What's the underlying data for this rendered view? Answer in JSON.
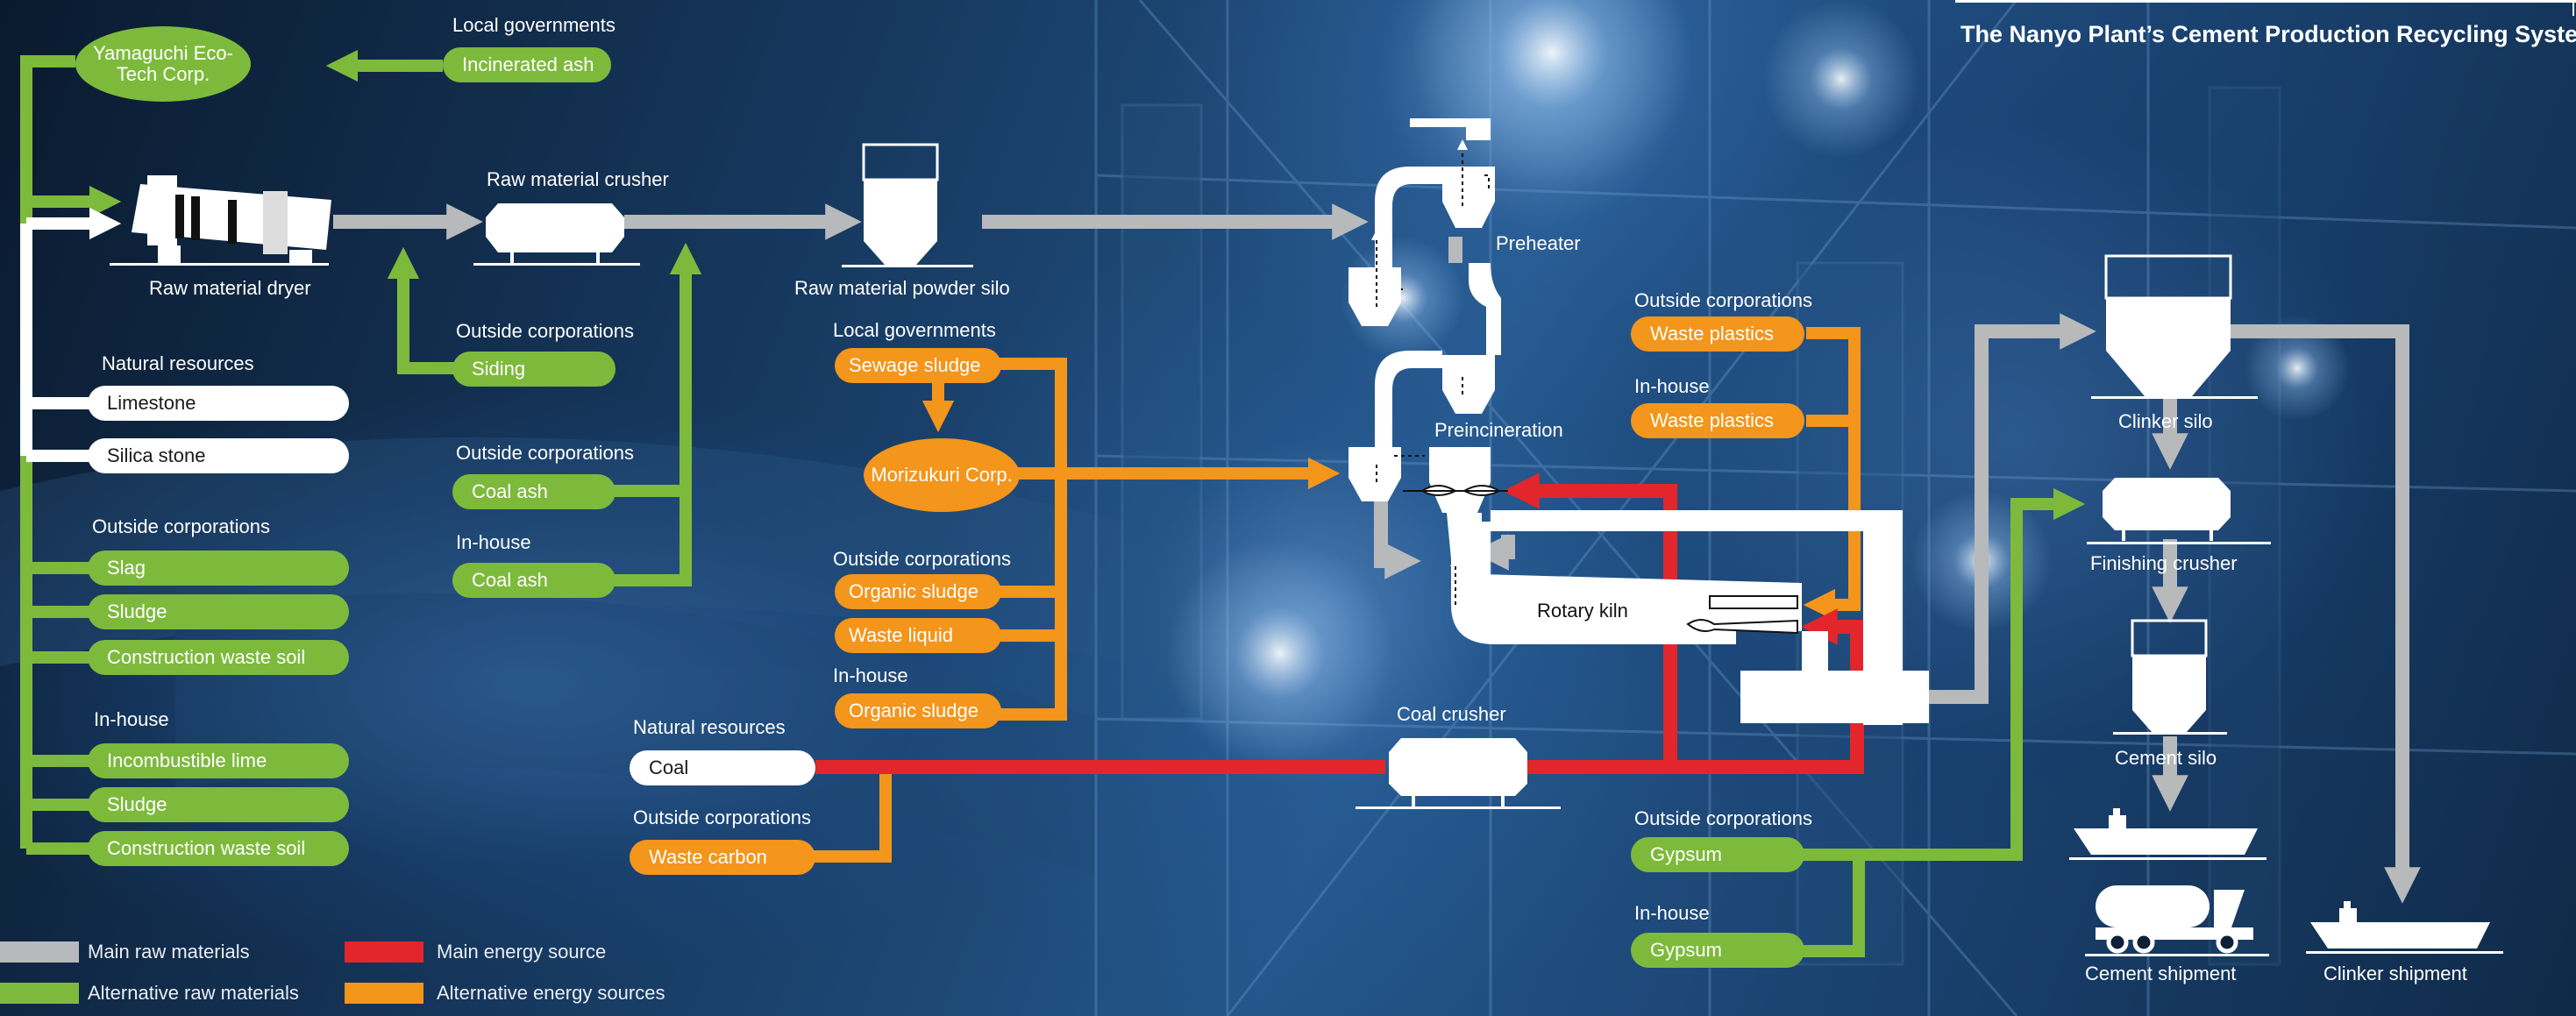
{
  "title": "The Nanyo Plant’s Cement Production Recycling System",
  "colors": {
    "main_raw": "#b7b9bb",
    "alt_raw": "#7dba3c",
    "main_energy": "#e2262b",
    "alt_energy": "#f4951c",
    "equipment": "#ffffff"
  },
  "equipment": {
    "raw_material_dryer": "Raw material dryer",
    "raw_material_crusher": "Raw material crusher",
    "raw_material_powder_silo": "Raw material powder silo",
    "preheater": "Preheater",
    "preincineration": "Preincineration",
    "rotary_kiln": "Rotary kiln",
    "coal_crusher": "Coal crusher",
    "clinker_silo": "Clinker silo",
    "finishing_crusher": "Finishing crusher",
    "cement_silo": "Cement silo",
    "cement_shipment": "Cement shipment",
    "clinker_shipment": "Clinker shipment"
  },
  "eco_tech": {
    "source": "Local governments",
    "item": "Incinerated ash",
    "company": "Yamaguchi Eco-Tech Corp."
  },
  "natural_resources_left": {
    "heading": "Natural resources",
    "items": [
      "Limestone",
      "Silica stone"
    ]
  },
  "outside_corps_left": {
    "heading": "Outside corporations",
    "items": [
      "Slag",
      "Sludge",
      "Construction waste soil"
    ]
  },
  "inhouse_left": {
    "heading": "In-house",
    "items": [
      "Incombustible lime",
      "Sludge",
      "Construction waste soil"
    ]
  },
  "crusher_inputs": {
    "siding_heading": "Outside corporations",
    "siding": "Siding",
    "coal_ash_outside_heading": "Outside corporations",
    "coal_ash_outside": "Coal ash",
    "coal_ash_inhouse_heading": "In-house",
    "coal_ash_inhouse": "Coal ash"
  },
  "sludge_group": {
    "local_heading": "Local governments",
    "sewage": "Sewage sludge",
    "morizukuri": "Morizukuri Corp.",
    "outside_heading": "Outside corporations",
    "organic_outside": "Organic sludge",
    "waste_liquid": "Waste liquid",
    "inhouse_heading": "In-house",
    "organic_inhouse": "Organic sludge"
  },
  "coal_group": {
    "natural_heading": "Natural resources",
    "coal": "Coal",
    "outside_heading": "Outside corporations",
    "waste_carbon": "Waste carbon"
  },
  "plastics_group": {
    "outside_heading": "Outside corporations",
    "outside_item": "Waste plastics",
    "inhouse_heading": "In-house",
    "inhouse_item": "Waste plastics"
  },
  "gypsum_group": {
    "outside_heading": "Outside corporations",
    "outside_item": "Gypsum",
    "inhouse_heading": "In-house",
    "inhouse_item": "Gypsum"
  },
  "legend": [
    {
      "label": "Main raw materials",
      "color": "#b7b9bb"
    },
    {
      "label": "Alternative raw materials",
      "color": "#7dba3c"
    },
    {
      "label": "Main energy source",
      "color": "#e2262b"
    },
    {
      "label": "Alternative energy sources",
      "color": "#f4951c"
    }
  ]
}
